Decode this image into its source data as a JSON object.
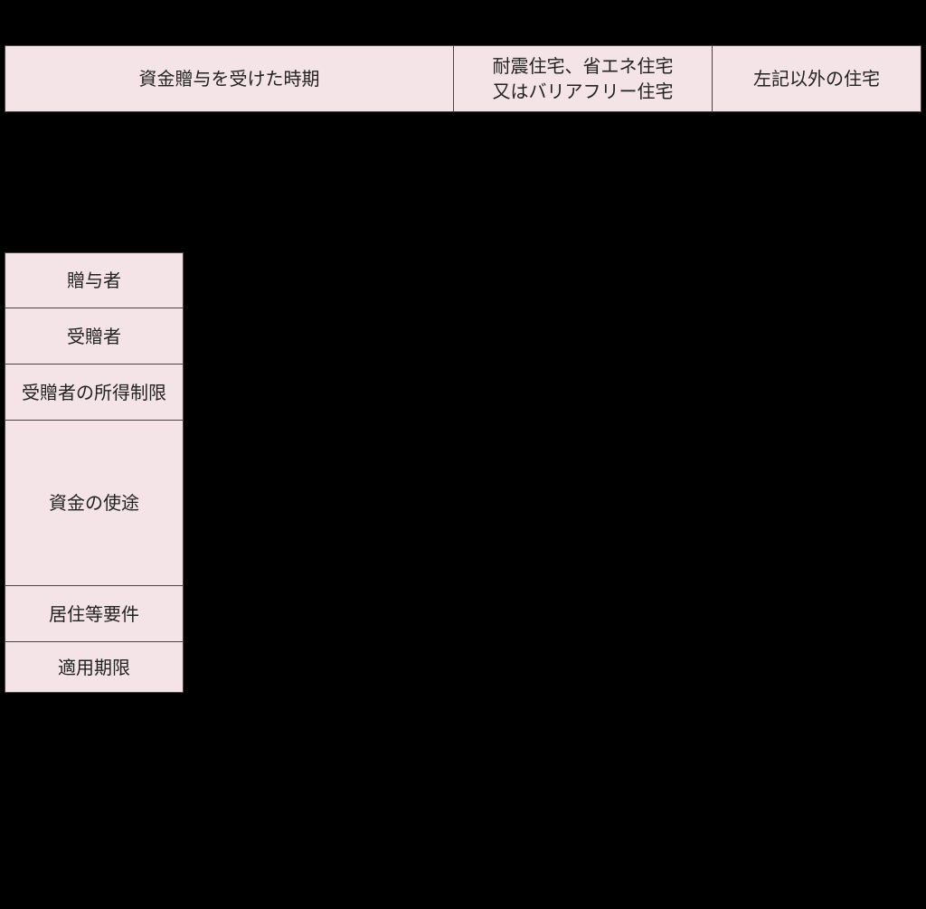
{
  "colors": {
    "background": "#000000",
    "cell_fill": "#f4e3e7",
    "cell_border": "#4a4245",
    "text": "#222222"
  },
  "header": {
    "columns": [
      {
        "label": "資金贈与を受けた時期"
      },
      {
        "label": "耐震住宅、省エネ住宅\n又はバリアフリー住宅"
      },
      {
        "label": "左記以外の住宅"
      }
    ]
  },
  "rows": [
    {
      "label": "贈与者"
    },
    {
      "label": "受贈者"
    },
    {
      "label": "受贈者の所得制限"
    },
    {
      "label": "資金の使途"
    },
    {
      "label": "居住等要件"
    },
    {
      "label": "適用期限"
    }
  ]
}
